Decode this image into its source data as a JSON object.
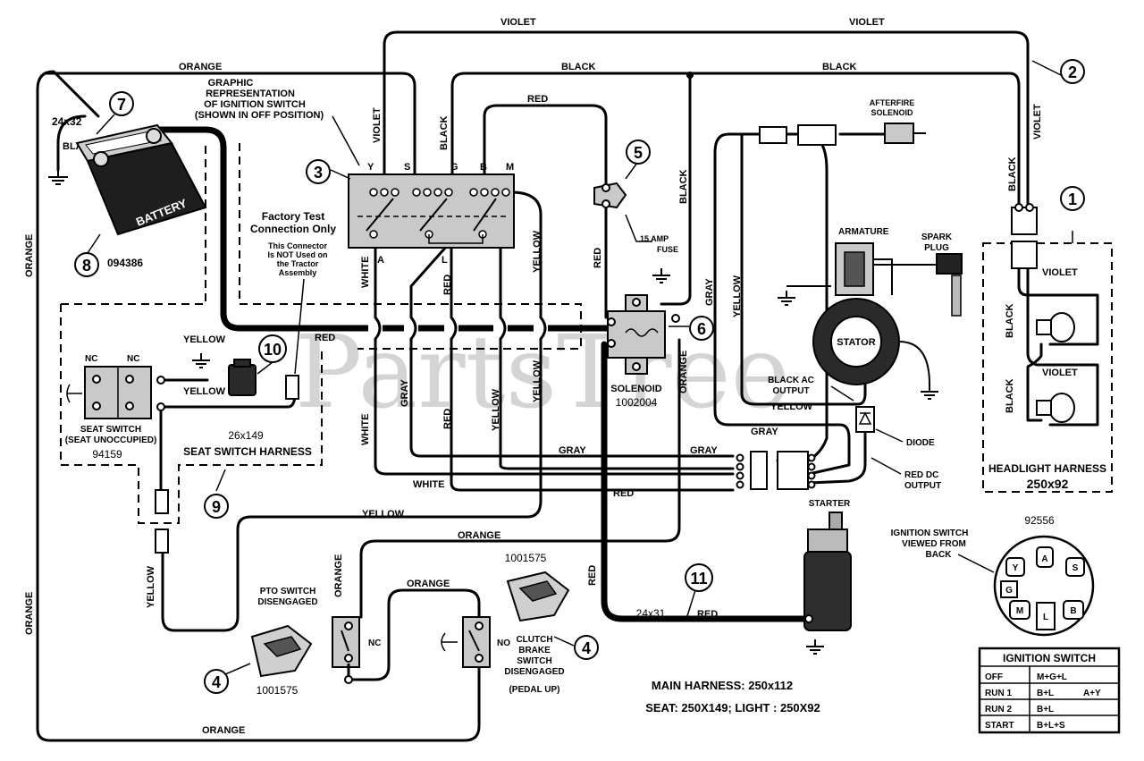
{
  "watermark": "PartsTree",
  "wire_colors": {
    "violet": "VIOLET",
    "orange": "ORANGE",
    "black": "BLACK",
    "red": "RED",
    "white": "WHITE",
    "yellow": "YELLOW",
    "gray": "GRAY"
  },
  "callouts": {
    "c1": "1",
    "c2": "2",
    "c3": "3",
    "c4": "4",
    "c5": "5",
    "c6": "6",
    "c7": "7",
    "c8": "8",
    "c9": "9",
    "c10": "10",
    "c11": "11"
  },
  "battery": {
    "label": "BATTERY",
    "cable_size": "24x32",
    "part_number": "094386"
  },
  "ignition_graphic": {
    "line1": "GRAPHIC",
    "line2": "REPRESENTATION",
    "line3": "OF IGNITION SWITCH",
    "line4": "(SHOWN IN OFF POSITION)",
    "terminals_top": [
      "Y",
      "S",
      "G",
      "B",
      "M"
    ],
    "terminals_bottom": [
      "A",
      "L"
    ]
  },
  "factory_test": {
    "title1": "Factory Test",
    "title2": "Connection Only",
    "note1": "This Connector",
    "note2": "Is NOT Used on",
    "note3": "the Tractor",
    "note4": "Assembly"
  },
  "fuse": {
    "line1": "15 AMP",
    "line2": "FUSE"
  },
  "solenoid": {
    "label": "SOLENOID",
    "part_number": "1002004"
  },
  "afterfire": {
    "line1": "AFTERFIRE",
    "line2": "SOLENOID"
  },
  "engine": {
    "armature": "ARMATURE",
    "spark1": "SPARK",
    "spark2": "PLUG",
    "stator": "STATOR",
    "black_ac1": "BLACK AC",
    "black_ac2": "OUTPUT",
    "diode": "DIODE",
    "red_dc1": "RED DC",
    "red_dc2": "OUTPUT",
    "starter": "STARTER"
  },
  "headlight": {
    "title": "HEADLIGHT HARNESS",
    "part_number": "250x92"
  },
  "seat_switch": {
    "nc": "NC",
    "title1": "SEAT SWITCH",
    "title2": "(SEAT UNOCCUPIED)",
    "part_number": "94159",
    "harness_size": "26x149",
    "harness_title": "SEAT SWITCH HARNESS"
  },
  "pto_switch": {
    "title1": "PTO SWITCH",
    "title2": "DISENGAGED",
    "nc": "NC",
    "part_number": "1001575"
  },
  "clutch_switch": {
    "no": "NO",
    "line1": "CLUTCH",
    "line2": "BRAKE",
    "line3": "SWITCH",
    "line4": "DISENGAGED",
    "line5": "(PEDAL UP)",
    "part_number": "1001575"
  },
  "starter_cable": {
    "size": "24x31"
  },
  "harness_info": {
    "main": "MAIN HARNESS: 250x112",
    "seat_light": "SEAT: 250X149;     LIGHT : 250X92"
  },
  "ignition_back": {
    "part_number": "92556",
    "line1": "IGNITION SWITCH",
    "line2": "VIEWED FROM",
    "line3": "BACK",
    "terminals": [
      "Y",
      "A",
      "S",
      "G",
      "M",
      "L",
      "B"
    ]
  },
  "ignition_table": {
    "title": "IGNITION SWITCH",
    "rows": [
      {
        "position": "OFF",
        "circuit": "M+G+L",
        "extra": ""
      },
      {
        "position": "RUN 1",
        "circuit": "B+L",
        "extra": "A+Y"
      },
      {
        "position": "RUN 2",
        "circuit": "B+L",
        "extra": ""
      },
      {
        "position": "START",
        "circuit": "B+L+S",
        "extra": ""
      }
    ]
  }
}
